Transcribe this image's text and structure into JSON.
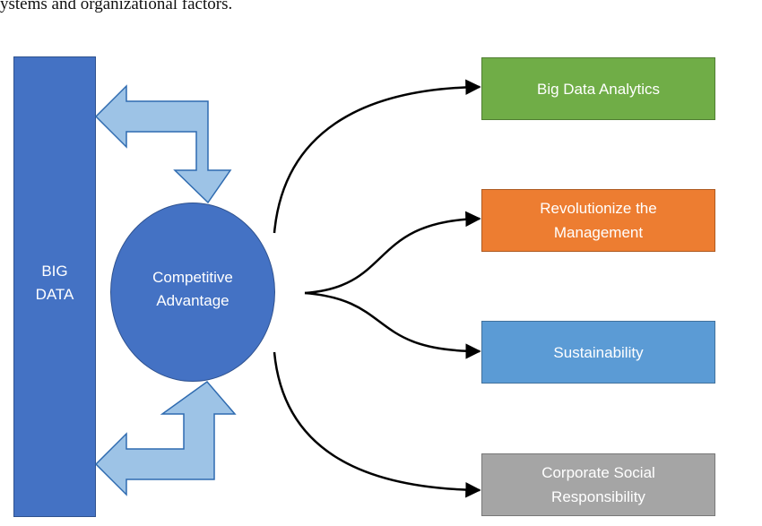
{
  "caption": "ystems and organizational factors.",
  "left_bar": {
    "label_line1": "BIG",
    "label_line2": "DATA",
    "color": "#4472c4"
  },
  "center": {
    "label_line1": "Competitive",
    "label_line2": "Advantage",
    "color": "#4472c4"
  },
  "outcomes": [
    {
      "line1": "Big Data Analytics",
      "line2": "",
      "color": "#70ad47"
    },
    {
      "line1": "Revolutionize the",
      "line2": "Management",
      "color": "#ed7d31"
    },
    {
      "line1": "Sustainability",
      "line2": "",
      "color": "#5b9bd5"
    },
    {
      "line1": "Corporate Social",
      "line2": "Responsibility",
      "color": "#a5a5a5"
    }
  ],
  "arrow_color": "#9dc3e6"
}
